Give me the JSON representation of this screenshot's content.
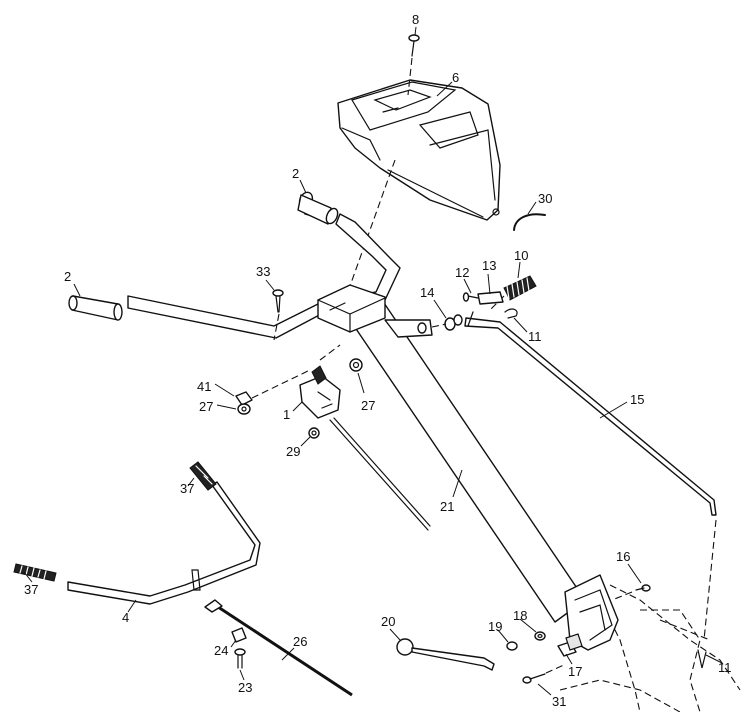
{
  "diagram": {
    "callouts": {
      "c8": "8",
      "c6": "6",
      "c30": "30",
      "c2a": "2",
      "c2b": "2",
      "c33": "33",
      "c12": "12",
      "c13": "13",
      "c10": "10",
      "c14": "14",
      "c11a": "11",
      "c41": "41",
      "c27a": "27",
      "c27b": "27",
      "c1": "1",
      "c15": "15",
      "c29": "29",
      "c37a": "37",
      "c21": "21",
      "c16": "16",
      "c37b": "37",
      "c4": "4",
      "c20": "20",
      "c19": "19",
      "c18": "18",
      "c26": "26",
      "c24": "24",
      "c17": "17",
      "c11b": "11",
      "c23": "23",
      "c31": "31"
    }
  }
}
